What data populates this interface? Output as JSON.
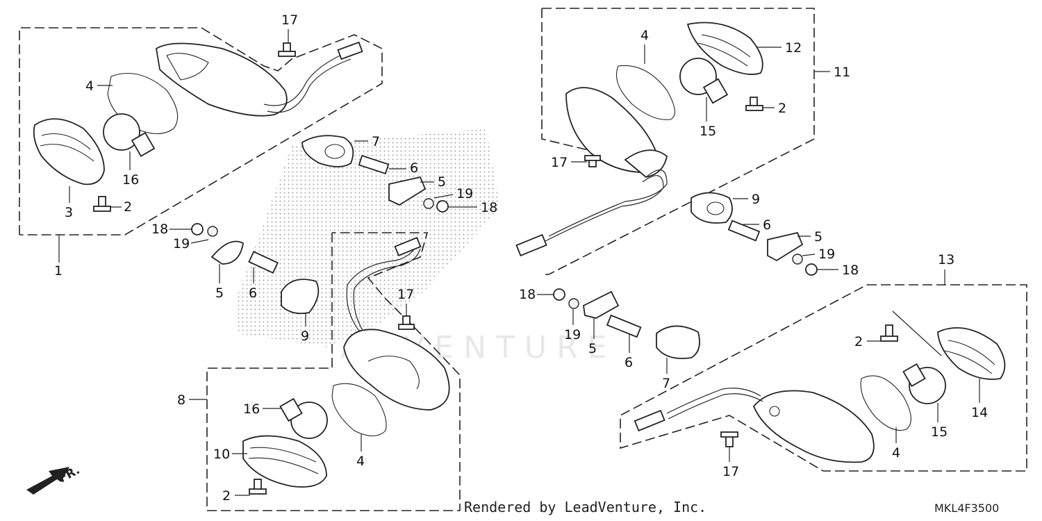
{
  "diagram": {
    "credit": "Rendered by LeadVenture, Inc.",
    "code": "MKL4F3500",
    "direction_label": "FR.",
    "callouts": [
      "1",
      "2",
      "3",
      "4",
      "16",
      "17",
      "7",
      "6",
      "5",
      "19",
      "18",
      "18",
      "19",
      "5",
      "6",
      "9",
      "17",
      "8",
      "16",
      "10",
      "2",
      "4",
      "11",
      "12",
      "4",
      "2",
      "15",
      "17",
      "9",
      "6",
      "5",
      "19",
      "18",
      "18",
      "19",
      "5",
      "6",
      "7",
      "13",
      "2",
      "15",
      "14",
      "4",
      "17"
    ],
    "icons": [
      "arrow-front-icon"
    ]
  }
}
